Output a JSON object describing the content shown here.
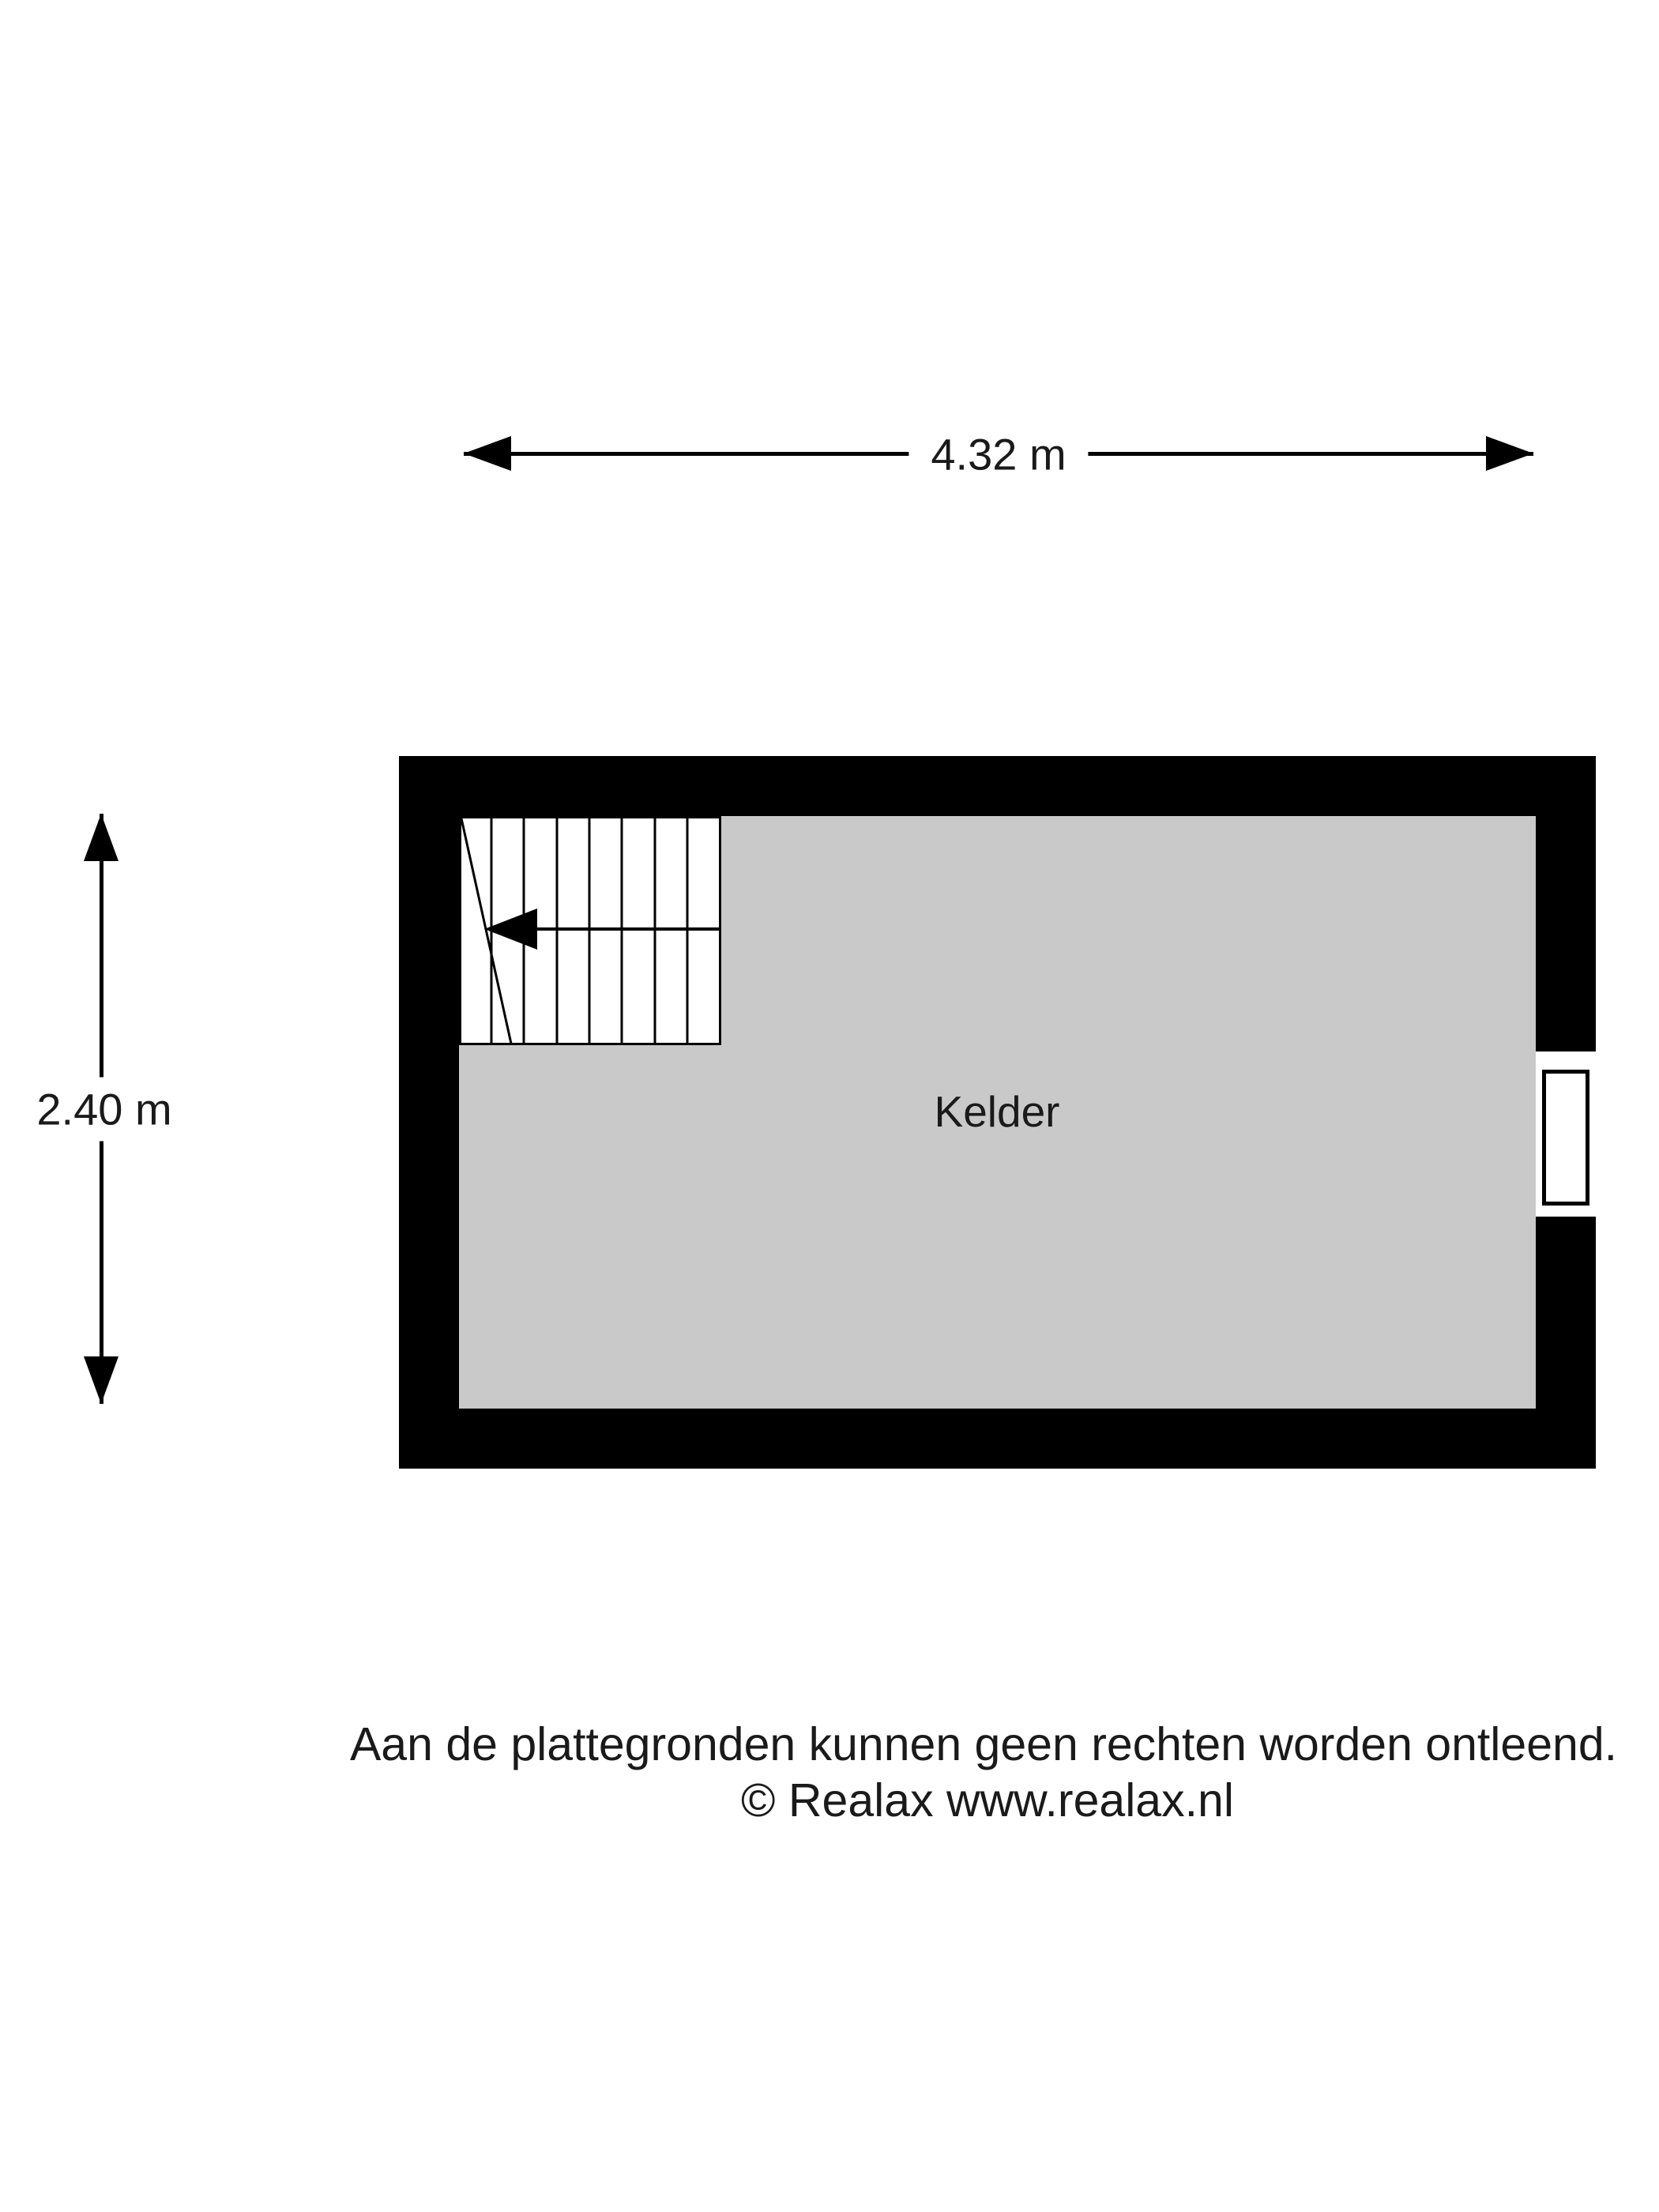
{
  "dimensions": {
    "width_label": "4.32 m",
    "height_label": "2.40 m"
  },
  "room": {
    "label": "Kelder"
  },
  "footer": {
    "disclaimer": "Aan de plattegronden kunnen geen rechten worden ontleend.",
    "copyright": "© Realax www.realax.nl"
  },
  "colors": {
    "wall": "#000000",
    "floor": "#c9c9c9",
    "line": "#000000",
    "text": "#1a1a1a"
  }
}
